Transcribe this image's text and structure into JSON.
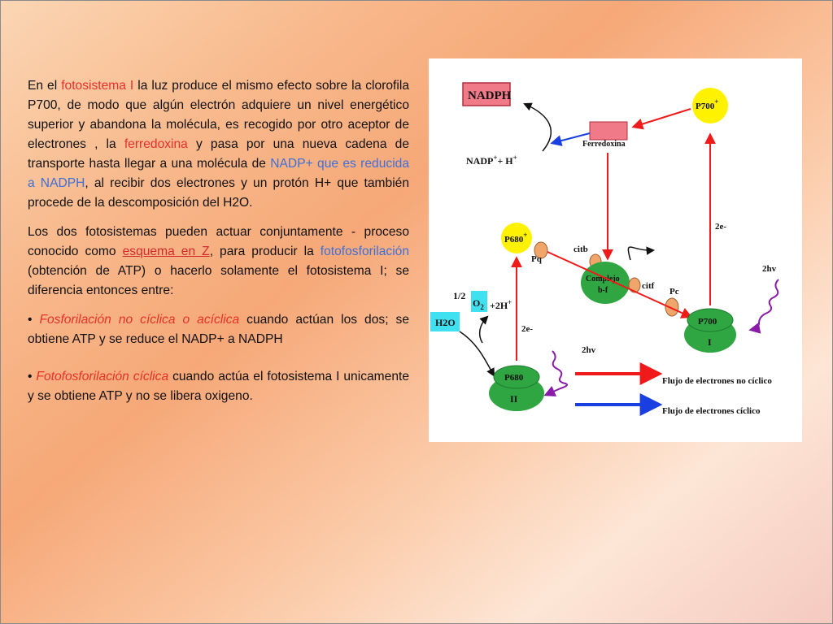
{
  "text": {
    "p1": {
      "t1": "En el ",
      "t2": "fotosistema I",
      "t3": " la luz produce el mismo efecto sobre la clorofila P700, de modo que algún electrón adquiere un nivel energético superior y abandona la molécula, es recogido por otro aceptor de electrones , la ",
      "t4": "ferredoxina",
      "t5": " y pasa por una nueva cadena de transporte hasta llegar a una molécula de ",
      "t6": "NADP+ que es reducida a NADPH",
      "t7": ", al recibir dos electrones y un protón H+ que también procede de la descomposición del H2O."
    },
    "p2": {
      "t1": "Los dos fotosistemas pueden actuar conjuntamente - proceso conocido como ",
      "t2": "esquema en Z",
      "t3": ", para producir la ",
      "t4": "fotofosforilación",
      "t5": " (obtención de ATP) o hacerlo solamente el fotosistema I; se diferencia entonces entre:"
    },
    "p3": {
      "bullet": "• ",
      "t1": "Fosforilación no cíclica o acíclica",
      "t2": " cuando actúan los dos; se obtiene ATP y se reduce el NADP+ a NADPH"
    },
    "p4": {
      "bullet": "• ",
      "t1": "Fotofosforilación cíclica",
      "t2": " cuando actúa el fotosistema I unicamente  y se obtiene ATP y no se libera  oxigeno."
    }
  },
  "diagram": {
    "nadph": "NADPH",
    "ferredoxina": "Ferredoxina",
    "nadp_h": "NADP",
    "nadp_sup": "+",
    "nadp_h2": "+ H",
    "nadp_sup2": "+",
    "p700_plus": "P700",
    "plus": "+",
    "p680_plus": "P680",
    "pq": "Pq",
    "citb": "citb",
    "complejo1": "Complejo",
    "complejo2": "b-f",
    "citf": "citf",
    "pc": "Pc",
    "half": "1/2",
    "o2": "O",
    "o2_sub": "2",
    "plus_2h": "+2H",
    "h2o": "H2O",
    "e1": "2e-",
    "e2": "2e-",
    "hv1": "2hv",
    "hv2": "2hv",
    "ps1_name": "P700",
    "ps1_num": "I",
    "ps2_name": "P680",
    "ps2_num": "II",
    "legend_red": "Flujo de electrones no cíclico",
    "legend_blue": "Flujo de electrones cíclico"
  },
  "colors": {
    "red_arrow": "#f01a1a",
    "blue_arrow": "#1a3fe0",
    "purple_wave": "#8a1aa8",
    "green_disc": "#2fa642",
    "yellow_circle": "#fff200",
    "cyan_box": "#3fe0f0",
    "pink_box": "#f07a88"
  }
}
